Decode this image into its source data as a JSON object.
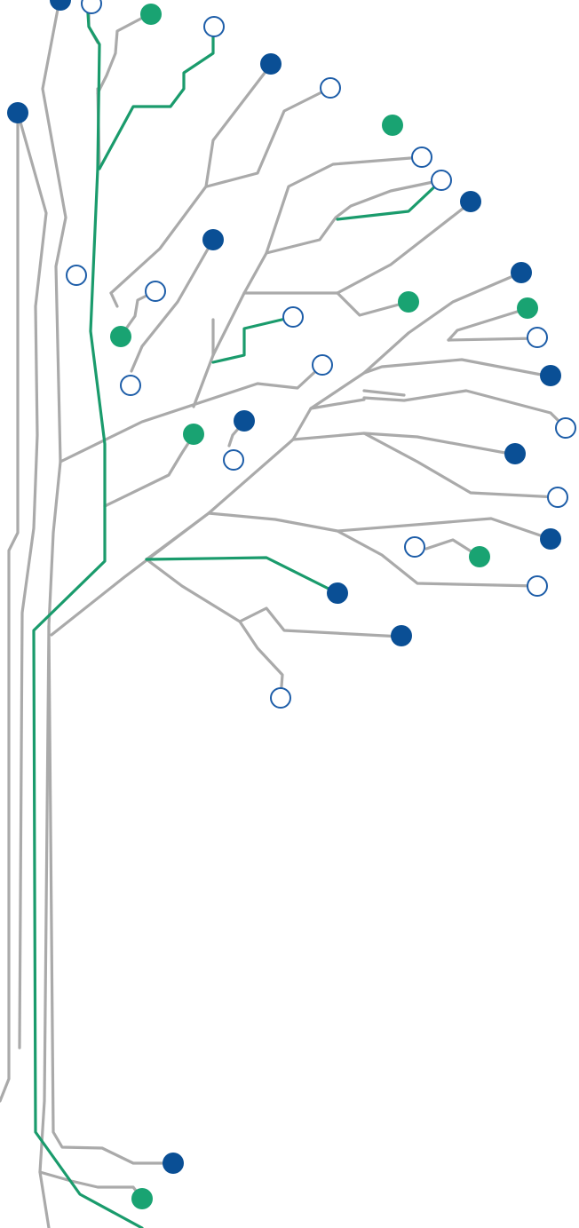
{
  "colors": {
    "background": "#ffffff",
    "branch_gray": "#aaaaaa",
    "branch_green": "#1a9b6c",
    "node_blue": "#0a4f95",
    "node_green": "#19a372",
    "node_hollow_stroke": "#1d5da8",
    "node_hollow_fill": "#ffffff"
  },
  "illustration": {
    "type": "decorative-branching-tree",
    "node_kinds": [
      "blue-filled",
      "green-filled",
      "hollow-outline"
    ]
  }
}
